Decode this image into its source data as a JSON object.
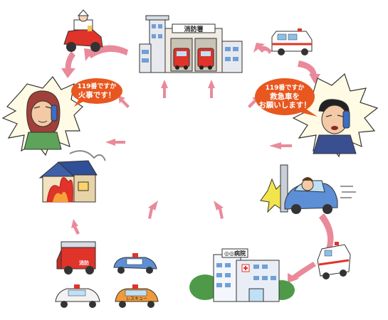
{
  "station_sign": "消防署",
  "hospital_sign": "◎◎病院",
  "bubble_fire": {
    "line1": "119番ですか",
    "line2": "火事です！"
  },
  "bubble_ambulance": {
    "line1": "119番ですか",
    "line2": "救急車を",
    "line3": "お願いします！"
  },
  "fire_truck_label": "消防",
  "rescue_label": "レスキュー",
  "colors": {
    "arrow": "#e98a9a",
    "bubble": "#e8571f",
    "fire": "#e0332a",
    "hospital": "#f3f6fb",
    "ambulance": "#ffffff",
    "police": "#f2f2f2",
    "sky_blue": "#5c8fd6"
  }
}
